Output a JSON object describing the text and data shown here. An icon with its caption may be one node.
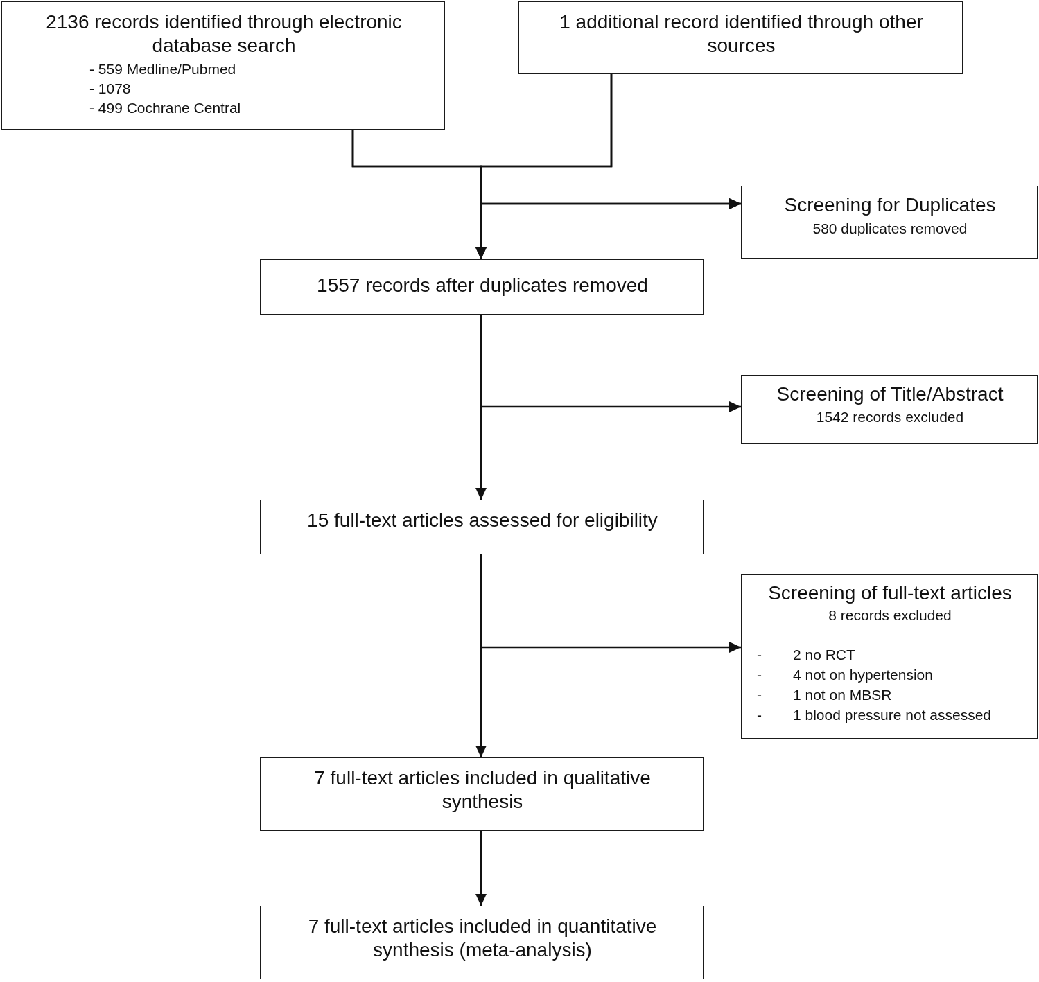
{
  "diagram": {
    "nodes": [
      {
        "text": [
          "2136 records identified through electronic database search",
          "- 559 Medline/Pubmed",
          "- 1078",
          "- 499 Cochrane Central"
        ]
      },
      {
        "text": [
          "1 additional record identified through other sources"
        ]
      },
      {
        "text": [
          "Screening for Duplicates",
          "580 duplicates removed"
        ]
      },
      {
        "text": [
          "1557 records after duplicates removed"
        ]
      },
      {
        "text": [
          "Screening of Title/Abstract",
          "1542 records excluded"
        ]
      },
      {
        "text": [
          "15 full-text articles assessed for eligibility"
        ]
      },
      {
        "text": [
          "Screening of full-text articles",
          "8 records excluded",
          "-",
          "2 no RCT",
          "-",
          "4 not on hypertension",
          "-",
          "1 not on MBSR",
          "-",
          "1 blood pressure not assessed"
        ]
      },
      {
        "text": [
          "7 full-text articles included in qualitative synthesis"
        ]
      },
      {
        "text": [
          "7 full-text articles included in quantitative synthesis (meta-analysis)"
        ]
      }
    ],
    "edges": [
      {
        "from": 0,
        "to": 3,
        "arrow": "to"
      },
      {
        "from": 1,
        "to": 3,
        "arrow": "to"
      },
      {
        "from": 0,
        "to": 2,
        "arrow": "to"
      },
      {
        "from": 1,
        "to": 2,
        "arrow": "to"
      },
      {
        "from": 3,
        "to": 5,
        "arrow": "to"
      },
      {
        "from": 3,
        "to": 4,
        "arrow": "to"
      },
      {
        "from": 5,
        "to": 7,
        "arrow": "to"
      },
      {
        "from": 5,
        "to": 6,
        "arrow": "to"
      },
      {
        "from": 7,
        "to": 8,
        "arrow": "to"
      }
    ]
  }
}
